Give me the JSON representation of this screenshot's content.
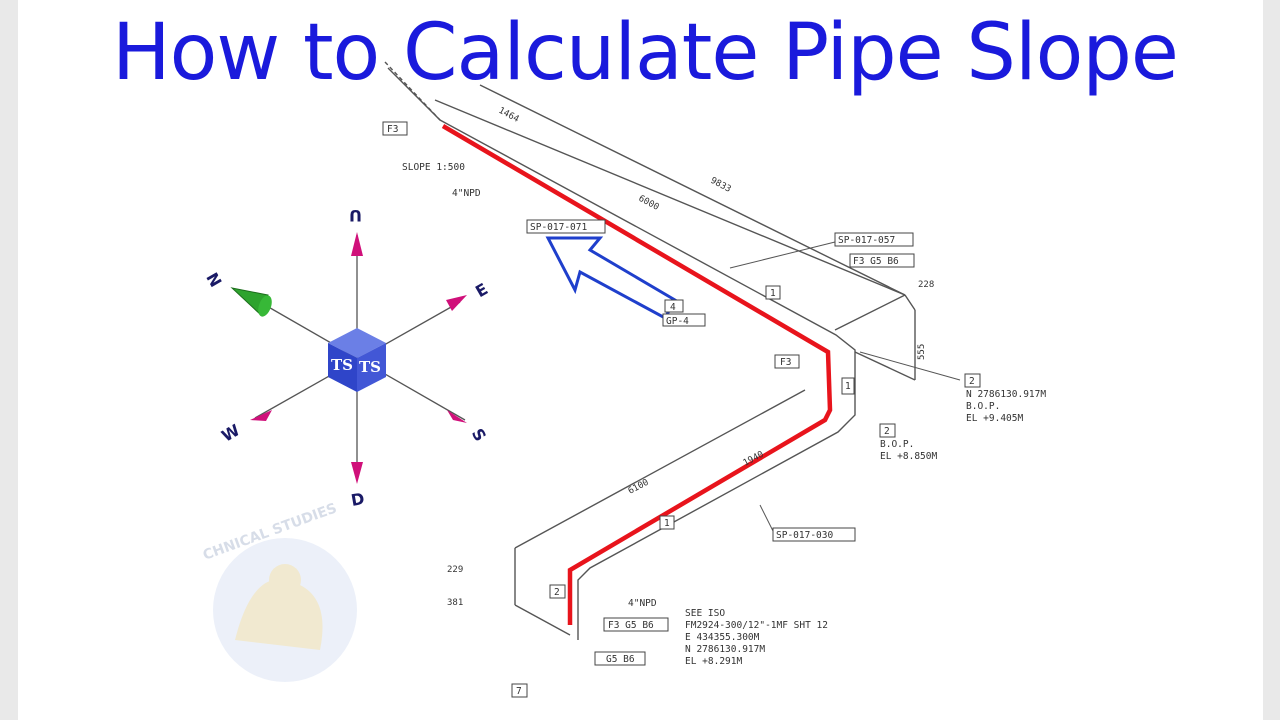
{
  "title": "How to Calculate Pipe Slope",
  "compass": {
    "up": "U",
    "down": "D",
    "north": "N",
    "south": "S",
    "east": "E",
    "west": "W",
    "cube_text": "TS",
    "colors": {
      "cube": "#2f45c9",
      "arrow": "#d0107a",
      "north_arrow": "#2ea32e"
    }
  },
  "watermark": "CHNICAL STUDIES",
  "drawing": {
    "tags": {
      "f3_top": "F3",
      "f3_mid": "F3",
      "slope": "SLOPE 1:500",
      "npd_top": "4\"NPD",
      "npd_bottom": "4\"NPD",
      "sp071": "SP-017-071",
      "sp057": "SP-017-057",
      "sp030": "SP-017-030",
      "f3g5b6_top": "F3 G5 B6",
      "f3g5b6_bottom": "F3 G5 B6",
      "g5b6": "G5 B6",
      "gp4": "GP-4",
      "box4": "4",
      "box1_top": "1",
      "box1_bottom": "1",
      "box2_a": "2",
      "box2_b": "2",
      "box2_c": "2",
      "box7": "7",
      "box1_vert": "1"
    },
    "dims": {
      "d1464": "1464",
      "d6000": "6000",
      "d9833": "9833",
      "d228": "228",
      "d555": "555",
      "d1940": "1940",
      "d6100": "6100",
      "d229": "229",
      "d381": "381"
    },
    "notes": {
      "n_coord_top": "N 2786130.917M",
      "bop_top": "B.O.P.",
      "el_top": "EL +9.405M",
      "bop_mid": "B.O.P.",
      "el_mid": "EL +8.850M",
      "see_iso": "SEE ISO",
      "fm": "FM2924-300/12\"-1MF SHT 12",
      "e_coord": "E 434355.300M",
      "n_coord_bottom": "N 2786130.917M",
      "el_bottom": "EL +8.291M"
    }
  },
  "colors": {
    "title": "#1a1adc",
    "highlight": "#e8141c",
    "flow_arrow": "#1f3fcc"
  }
}
